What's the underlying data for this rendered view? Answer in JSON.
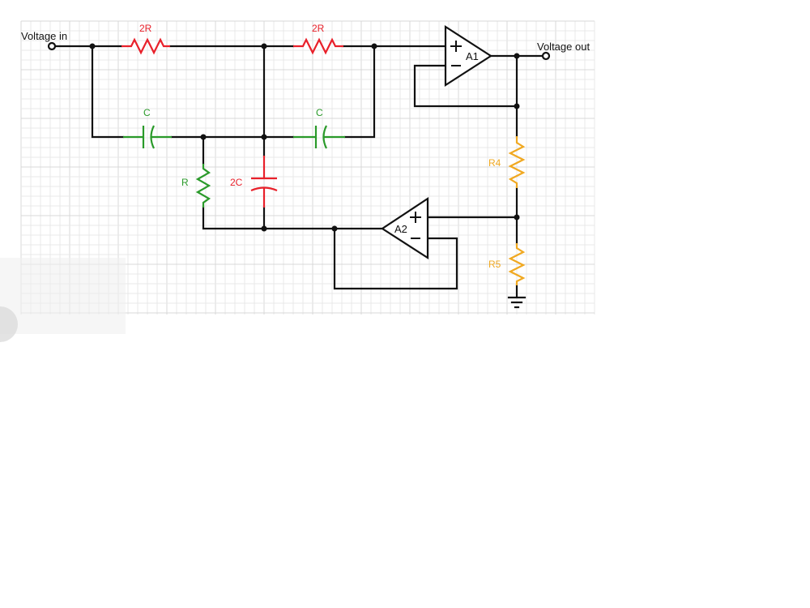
{
  "labels": {
    "input": "Voltage in",
    "output": "Voltage out"
  },
  "components": {
    "r_top_left": "2R",
    "r_top_right": "2R",
    "c_left": "C",
    "c_right": "C",
    "r_shunt": "R",
    "c_shunt": "2C",
    "r4": "R4",
    "r5": "R5",
    "opamp1": "A1",
    "opamp2": "A2"
  },
  "colors": {
    "wire": "#111111",
    "red": "#e8202a",
    "green": "#2a9a2a",
    "orange": "#f0a820"
  }
}
